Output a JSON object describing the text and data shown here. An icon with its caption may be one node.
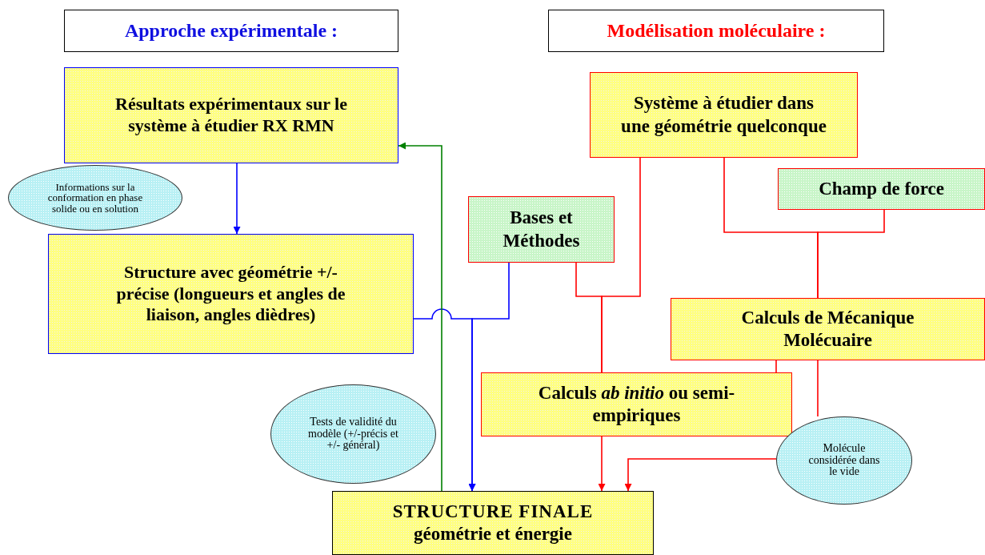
{
  "diagram": {
    "nodes": [
      {
        "text": [
          "Approche expérimentale :"
        ]
      },
      {
        "text": [
          "Modélisation moléculaire :"
        ]
      },
      {
        "text": [
          "Résultats expérimentaux sur le système à étudier RX RMN"
        ]
      },
      {
        "text": [
          "Informations sur la conformation en phase solide ou en solution"
        ]
      },
      {
        "text": [
          "Bases et Méthodes"
        ]
      },
      {
        "text": [
          "Système à étudier dans une géométrie quelconque"
        ]
      },
      {
        "text": [
          "Champ de force"
        ]
      },
      {
        "text": [
          "Structure avec géométrie +/- précise (longueurs et angles de liaison, angles dièdres)"
        ]
      },
      {
        "text": [
          "Calculs de Mécanique Molécuaire"
        ]
      },
      {
        "text": [
          "Tests de validité du modèle (+/-précis et +/- général)"
        ]
      },
      {
        "text": [
          "Calculs *ab initio* ou semi-empiriques"
        ]
      },
      {
        "text": [
          "Molécule considérée dans le vide"
        ]
      },
      {
        "text": [
          "STRUCTURE FINALE",
          "géométrie et énergie"
        ]
      }
    ],
    "edges": [
      {
        "from": 2,
        "to": 7,
        "arrow": "to",
        "color": "#0000ff"
      },
      {
        "from": 7,
        "to": 12,
        "arrow": "to",
        "color": "#0000ff"
      },
      {
        "from": 4,
        "to": 12,
        "arrow": "to",
        "color": "#0000ff"
      },
      {
        "from": 4,
        "to": 10,
        "arrow": "none"
      },
      {
        "from": 5,
        "to": 10,
        "arrow": "none"
      },
      {
        "from": 5,
        "to": 8,
        "arrow": "none"
      },
      {
        "from": 6,
        "to": 8,
        "arrow": "none"
      },
      {
        "from": 8,
        "to": 10,
        "arrow": "none"
      },
      {
        "from": 8,
        "to": 11,
        "arrow": "none"
      },
      {
        "from": 11,
        "to": 12,
        "arrow": "to"
      },
      {
        "from": 10,
        "to": 12,
        "arrow": "to"
      },
      {
        "from": 12,
        "to": 2,
        "arrow": "to",
        "color": "#008000"
      }
    ]
  }
}
